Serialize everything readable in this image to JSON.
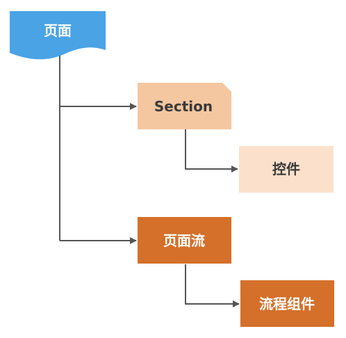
{
  "colors": {
    "page_node": "#4aa3e5",
    "section_node": "#f4c7a0",
    "control_node": "#fbe1cc",
    "flow_node": "#d4702a",
    "flow_component_node": "#d4702a",
    "connector": "#555555",
    "dark_text": "#3a3a3a",
    "light_text": "#ffffff"
  },
  "nodes": {
    "page": {
      "label": "页面"
    },
    "section": {
      "label": "Section"
    },
    "control": {
      "label": "控件"
    },
    "page_flow": {
      "label": "页面流"
    },
    "flow_component": {
      "label": "流程组件"
    }
  }
}
